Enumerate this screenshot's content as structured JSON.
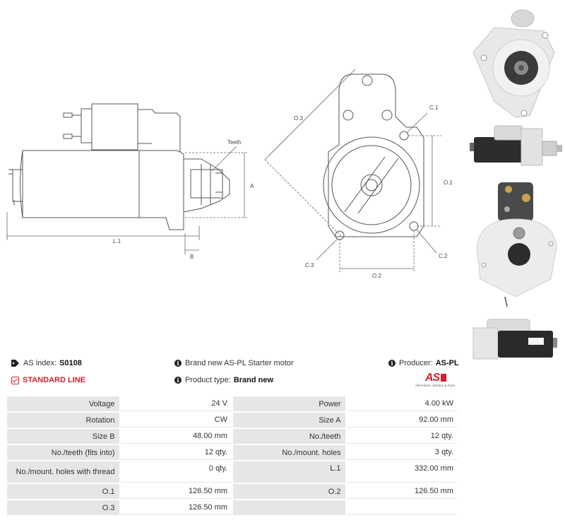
{
  "drawing": {
    "side_labels": {
      "teeth": "Teeth",
      "a": "A",
      "b": "B",
      "l1": "L.1"
    },
    "front_labels": {
      "o3": "O.3",
      "c1": "C.1",
      "o1": "O.1",
      "c2": "C.2",
      "c3": "C.3",
      "o2": "O.2"
    }
  },
  "info": {
    "as_index_label": "AS index:",
    "as_index_value": "S0108",
    "description": "Brand new AS-PL Starter motor",
    "producer_label": "Producer:",
    "producer_value": "AS-PL",
    "standard_line": "STANDARD LINE",
    "product_type_label": "Product type:",
    "product_type_value": "Brand new"
  },
  "logo": {
    "text": "AS",
    "tagline": "Alternators, Starters & Parts"
  },
  "specs": [
    [
      {
        "label": "Voltage",
        "value": "24 V"
      },
      {
        "label": "Power",
        "value": "4.00 kW"
      }
    ],
    [
      {
        "label": "Rotation",
        "value": "CW"
      },
      {
        "label": "Size A",
        "value": "92.00 mm"
      }
    ],
    [
      {
        "label": "Size B",
        "value": "48.00 mm"
      },
      {
        "label": "No./teeth",
        "value": "12 qty."
      }
    ],
    [
      {
        "label": "No./teeth (fits into)",
        "value": "12 qty."
      },
      {
        "label": "No./mount. holes",
        "value": "3 qty."
      }
    ],
    [
      {
        "label": "No./mount. holes with thread",
        "value": "0 qty."
      },
      {
        "label": "L.1",
        "value": "332.00 mm"
      }
    ],
    [
      {
        "label": "O.1",
        "value": "126.50 mm"
      },
      {
        "label": "O.2",
        "value": "126.50 mm"
      }
    ],
    [
      {
        "label": "O.3",
        "value": "126.50 mm"
      },
      {
        "label": "",
        "value": ""
      }
    ]
  ]
}
